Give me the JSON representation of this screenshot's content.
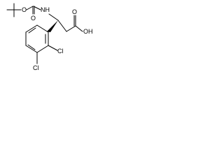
{
  "molecule": {
    "atom_labels": {
      "ester_oxygen": "O",
      "carbonyl_oxygen_boc": "O",
      "amine": "NH",
      "acid_oxygen_double": "O",
      "acid_hydroxyl": "OH",
      "chloro_top": "Cl",
      "chloro_bottom": "Cl"
    },
    "colors": {
      "bond": "#000000",
      "text": "#000000",
      "background": "#ffffff"
    }
  }
}
